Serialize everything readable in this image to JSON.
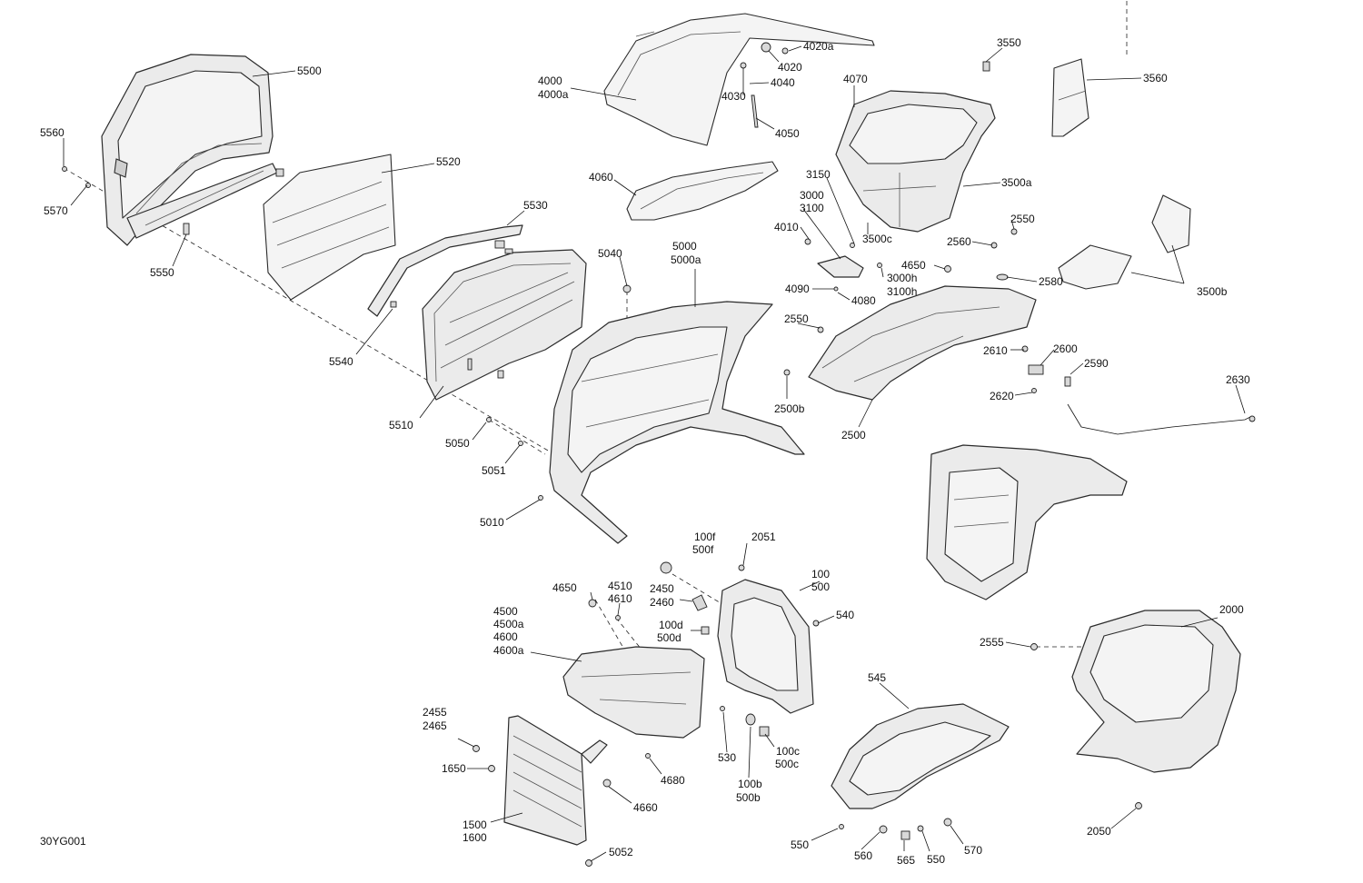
{
  "diagram": {
    "reference_code": "30YG001",
    "callouts": {
      "c5500": "5500",
      "c5560": "5560",
      "c5570": "5570",
      "c5520": "5520",
      "c5550": "5550",
      "c5530": "5530",
      "c5540": "5540",
      "c5510": "5510",
      "c4000": "4000",
      "c4000a": "4000a",
      "c4020a": "4020a",
      "c4020": "4020",
      "c4040": "4040",
      "c4030": "4030",
      "c4050": "4050",
      "c4060": "4060",
      "c4070": "4070",
      "c3550": "3550",
      "c3560": "3560",
      "c3500a": "3500a",
      "c3150": "3150",
      "c3000": "3000",
      "c3100": "3100",
      "c4010": "4010",
      "c3500c": "3500c",
      "c2550a": "2550",
      "c2560": "2560",
      "c4650a": "4650",
      "c2580": "2580",
      "c3500b": "3500b",
      "c3000h": "3000h",
      "c3100h": "3100h",
      "c4090": "4090",
      "c4080": "4080",
      "c5040": "5040",
      "c5000": "5000",
      "c5000a": "5000a",
      "c2550b": "2550",
      "c2500b": "2500b",
      "c2500": "2500",
      "c2610": "2610",
      "c2600": "2600",
      "c2590": "2590",
      "c2620": "2620",
      "c2630": "2630",
      "c5050": "5050",
      "c5051": "5051",
      "c5010": "5010",
      "c100f": "100f",
      "c500f": "500f",
      "c2051": "2051",
      "c100": "100",
      "c500": "500",
      "c4650b": "4650",
      "c4510": "4510",
      "c4610": "4610",
      "c2450": "2450",
      "c2460": "2460",
      "c100d": "100d",
      "c500d": "500d",
      "c540": "540",
      "c4500": "4500",
      "c4500a": "4500a",
      "c4600": "4600",
      "c4600a": "4600a",
      "c2000": "2000",
      "c2555": "2555",
      "c545": "545",
      "c2455": "2455",
      "c2465": "2465",
      "c1650": "1650",
      "c4680": "4680",
      "c530": "530",
      "c100c": "100c",
      "c500c": "500c",
      "c4660": "4660",
      "c100b": "100b",
      "c500b": "500b",
      "c1500": "1500",
      "c1600": "1600",
      "c5052": "5052",
      "c550a": "550",
      "c560": "560",
      "c565": "565",
      "c550b": "550",
      "c570": "570",
      "c2050": "2050"
    }
  }
}
